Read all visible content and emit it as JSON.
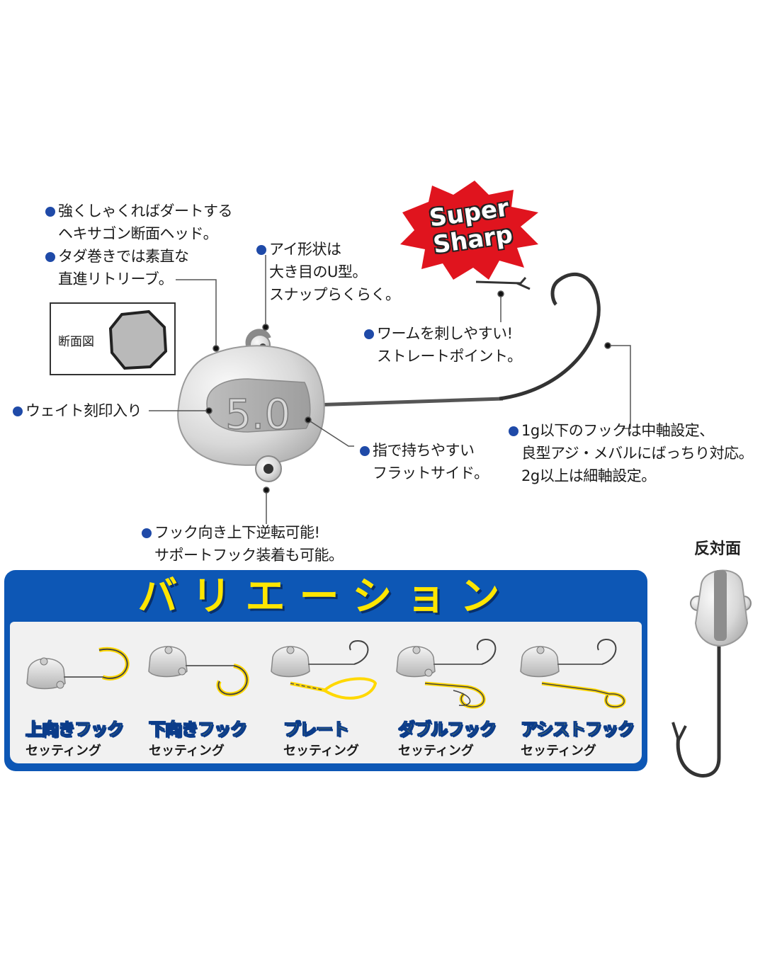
{
  "callouts": {
    "hex_head": [
      "強くしゃくればダートする",
      "ヘキサゴン断面ヘッド。"
    ],
    "straight": [
      "タダ巻きでは素直な",
      "直進リトリーブ。"
    ],
    "eye": [
      "アイ形状は",
      "大き目のU型。",
      "スナップらくらく。"
    ],
    "worm": [
      "ワームを刺しやすい!",
      "ストレートポイント。"
    ],
    "weight": [
      "ウェイト刻印入り"
    ],
    "flat": [
      "指で持ちやすい",
      "フラットサイド。"
    ],
    "hook_wire": [
      "1g以下のフックは中軸設定、",
      "良型アジ・メバルにばっちり対応。",
      "2g以上は細軸設定。"
    ],
    "reverse": [
      "フック向き上下逆転可能!",
      "サポートフック装着も可能。"
    ]
  },
  "cross_section_label": "断面図",
  "weight_stamp": "5.0",
  "badge": {
    "line1": "Super",
    "line2": "Sharp"
  },
  "reverse_side_label": "反対面",
  "variations": {
    "title": "バリエーション",
    "items": [
      {
        "name": "上向きフック",
        "sub": "セッティング"
      },
      {
        "name": "下向きフック",
        "sub": "セッティング"
      },
      {
        "name": "プレート",
        "sub": "セッティング"
      },
      {
        "name": "ダブルフック",
        "sub": "セッティング"
      },
      {
        "name": "アシストフック",
        "sub": "セッティング"
      }
    ]
  },
  "colors": {
    "accent_blue": "#1f4aa8",
    "panel_blue": "#0d57b5",
    "highlight_yellow": "#ffe600",
    "badge_red": "#e0141e"
  }
}
